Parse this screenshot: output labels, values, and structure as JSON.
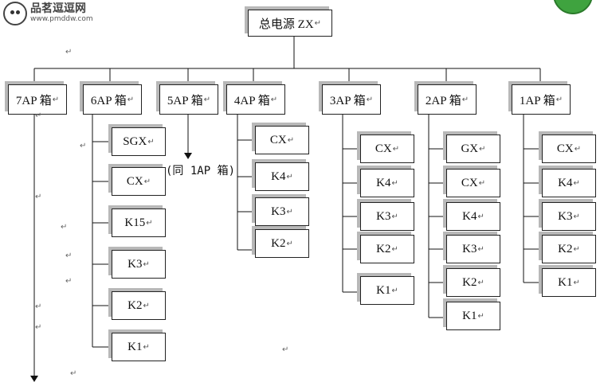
{
  "watermark": {
    "name": "品茗逗逗网",
    "url": "www.pmddw.com"
  },
  "return_mark": "↵",
  "root": {
    "label": "总电源 ZX"
  },
  "panels": [
    {
      "label": "7AP 箱",
      "items": []
    },
    {
      "label": "6AP 箱",
      "items": [
        "SGX",
        "CX",
        "K15",
        "K3",
        "K2",
        "K1"
      ]
    },
    {
      "label": "5AP 箱",
      "items": [],
      "note": "(同 1AP 箱)"
    },
    {
      "label": "4AP 箱",
      "items": [
        "CX",
        "K4",
        "K3",
        "K2"
      ]
    },
    {
      "label": "3AP 箱",
      "items": [
        "CX",
        "K4",
        "K3",
        "K2",
        "K1"
      ]
    },
    {
      "label": "2AP 箱",
      "items": [
        "GX",
        "CX",
        "K4",
        "K3",
        "K2",
        "K1"
      ]
    },
    {
      "label": "1AP 箱",
      "items": [
        "CX",
        "K4",
        "K3",
        "K2",
        "K1"
      ]
    }
  ]
}
